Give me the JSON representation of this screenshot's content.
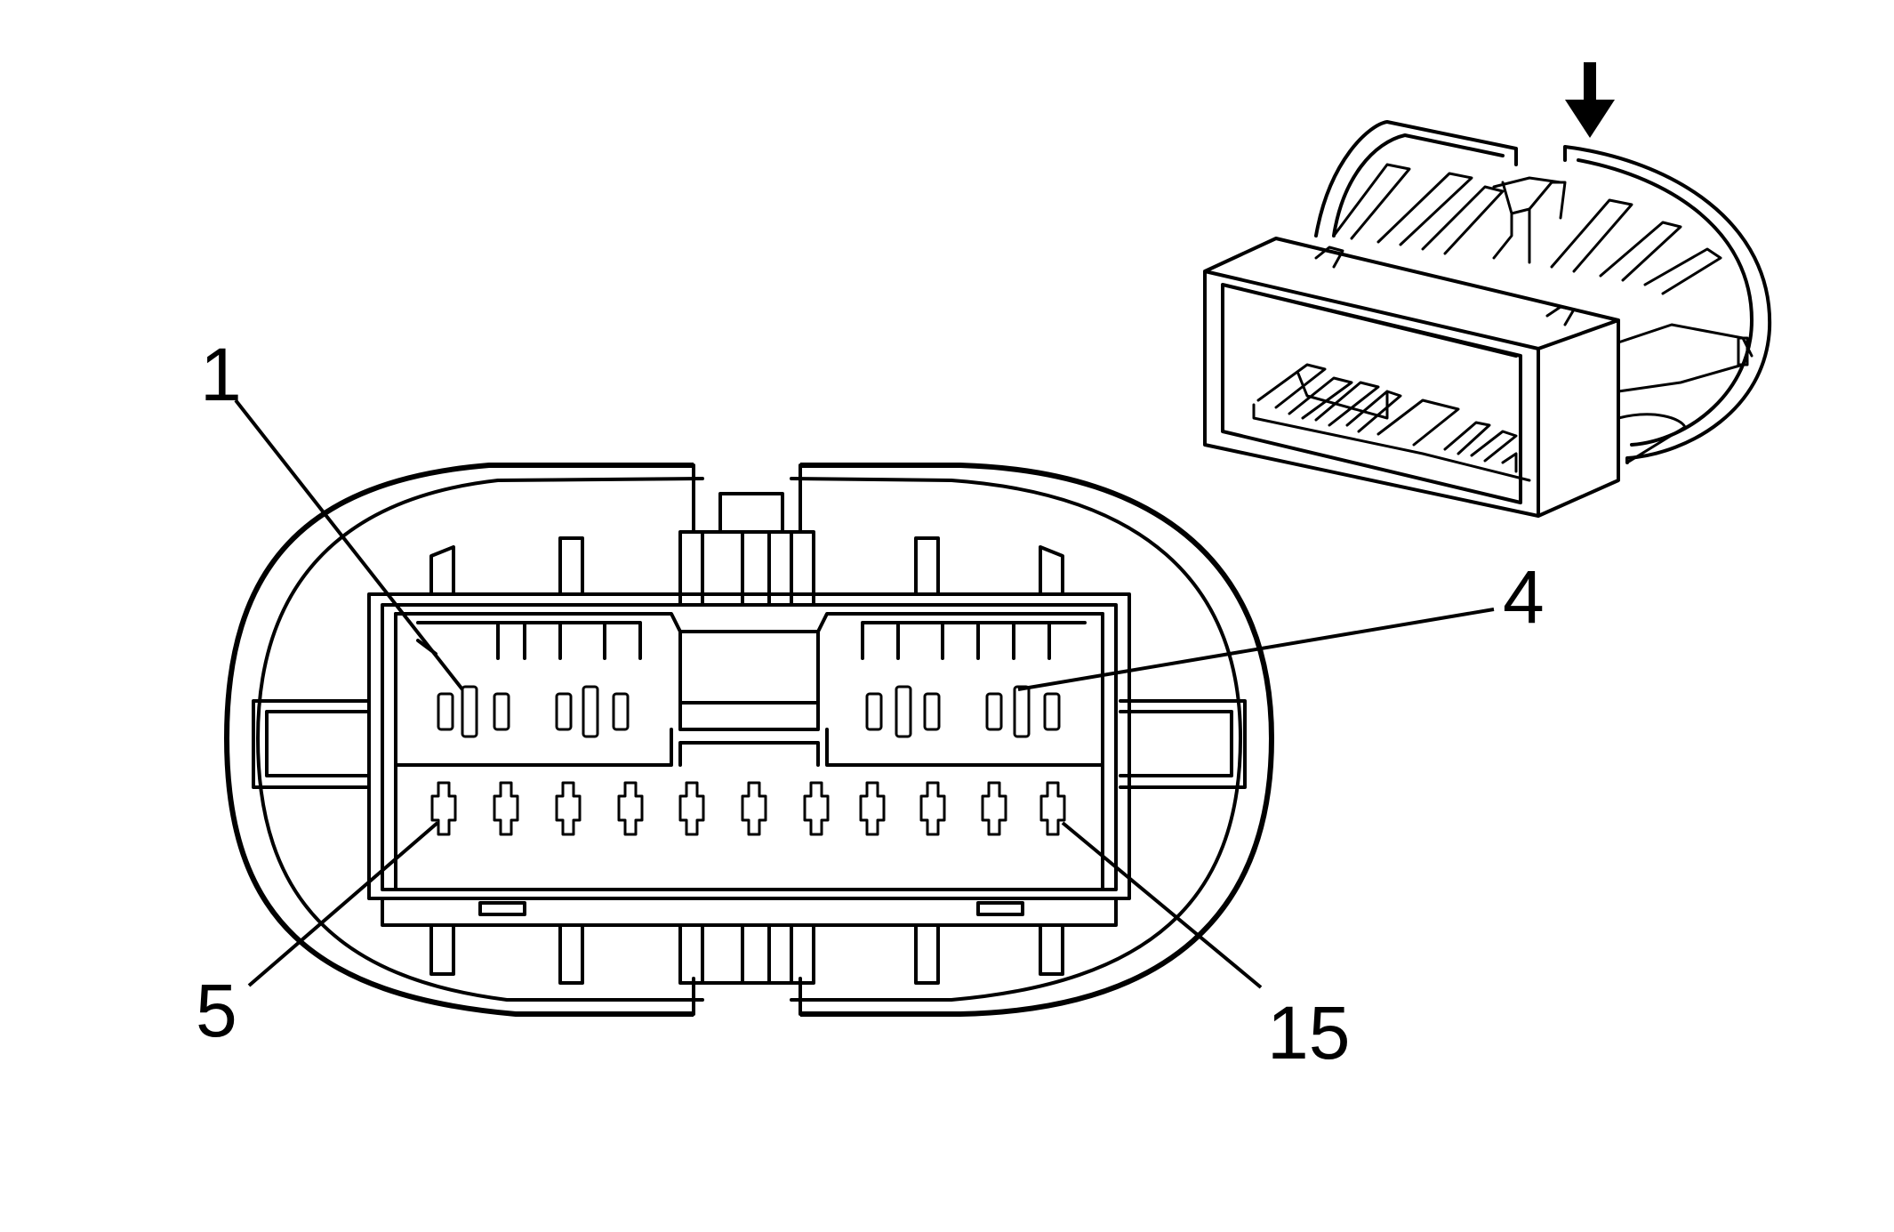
{
  "callouts": [
    {
      "id": "pin-1",
      "text": "1"
    },
    {
      "id": "pin-4",
      "text": "4"
    },
    {
      "id": "pin-5",
      "text": "5"
    },
    {
      "id": "pin-15",
      "text": "15"
    }
  ],
  "icons": {
    "direction_arrow": "down-arrow-icon"
  }
}
